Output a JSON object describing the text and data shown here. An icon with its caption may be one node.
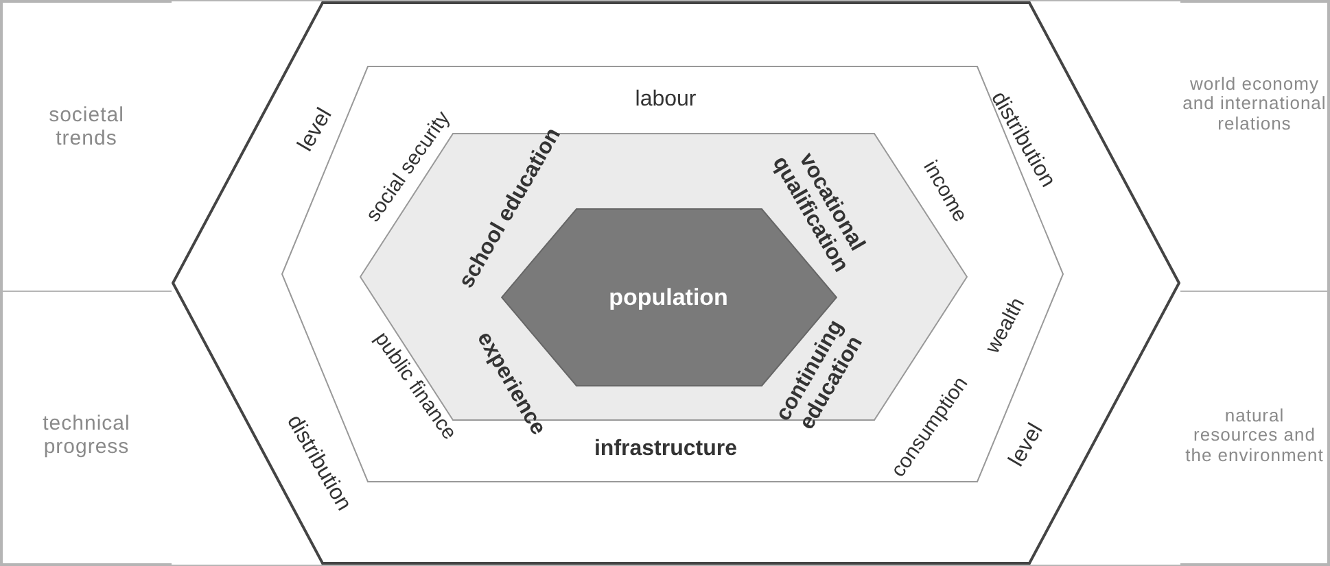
{
  "diagram": {
    "nodes": [
      {
        "text": [
          "societal trends"
        ]
      },
      {
        "text": [
          "world economy and international relations"
        ]
      },
      {
        "text": [
          "technical progress"
        ]
      },
      {
        "text": [
          "natural resources and the environment"
        ]
      },
      {
        "text": [
          "level",
          "distribution",
          "distribution",
          "level"
        ]
      },
      {
        "text": [
          "labour",
          "social security",
          "income",
          "public finance",
          "wealth",
          "consumption",
          "infrastructure"
        ],
        "in": 4
      },
      {
        "text": [
          "school education",
          "vocational qualification",
          "experience",
          "continuing education"
        ],
        "in": 5
      },
      {
        "text": [
          "population"
        ],
        "in": 6
      }
    ],
    "edges": []
  }
}
